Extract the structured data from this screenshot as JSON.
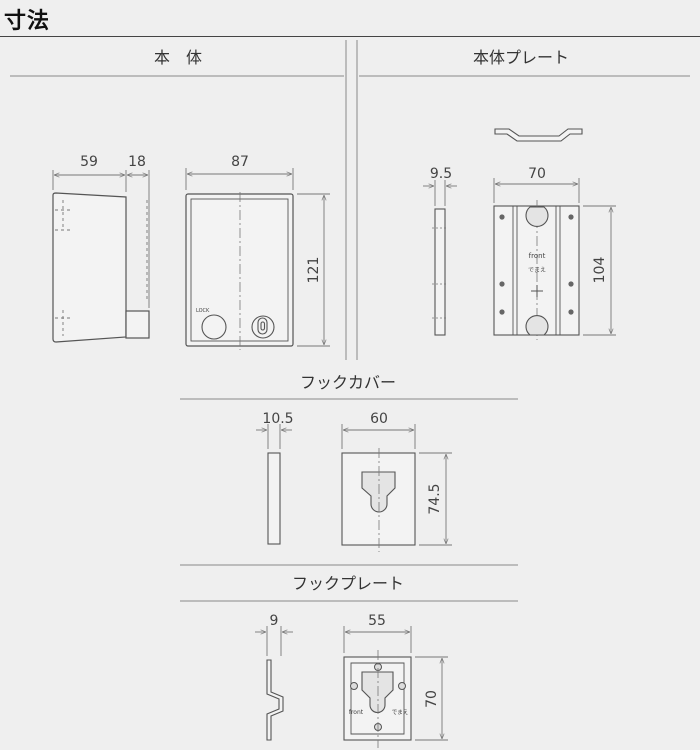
{
  "page_title": "寸法",
  "sections": {
    "body": "本　体",
    "body_plate": "本体プレート",
    "hook_cover": "フックカバー",
    "hook_plate": "フックプレート"
  },
  "dims": {
    "body_depth": "59",
    "body_knob": "18",
    "body_width": "87",
    "body_height": "121",
    "bp_thick": "9.5",
    "bp_width": "70",
    "bp_height": "104",
    "hc_thick": "10.5",
    "hc_width": "60",
    "hc_height": "74.5",
    "hp_thick": "9",
    "hp_width": "55",
    "hp_height": "70"
  },
  "labels": {
    "lock": "LOCK",
    "front": "front",
    "jp_small": "でまえ"
  },
  "colors": {
    "background": "#efefef",
    "line": "#555555",
    "dim_line": "#777777",
    "text": "#444444"
  }
}
